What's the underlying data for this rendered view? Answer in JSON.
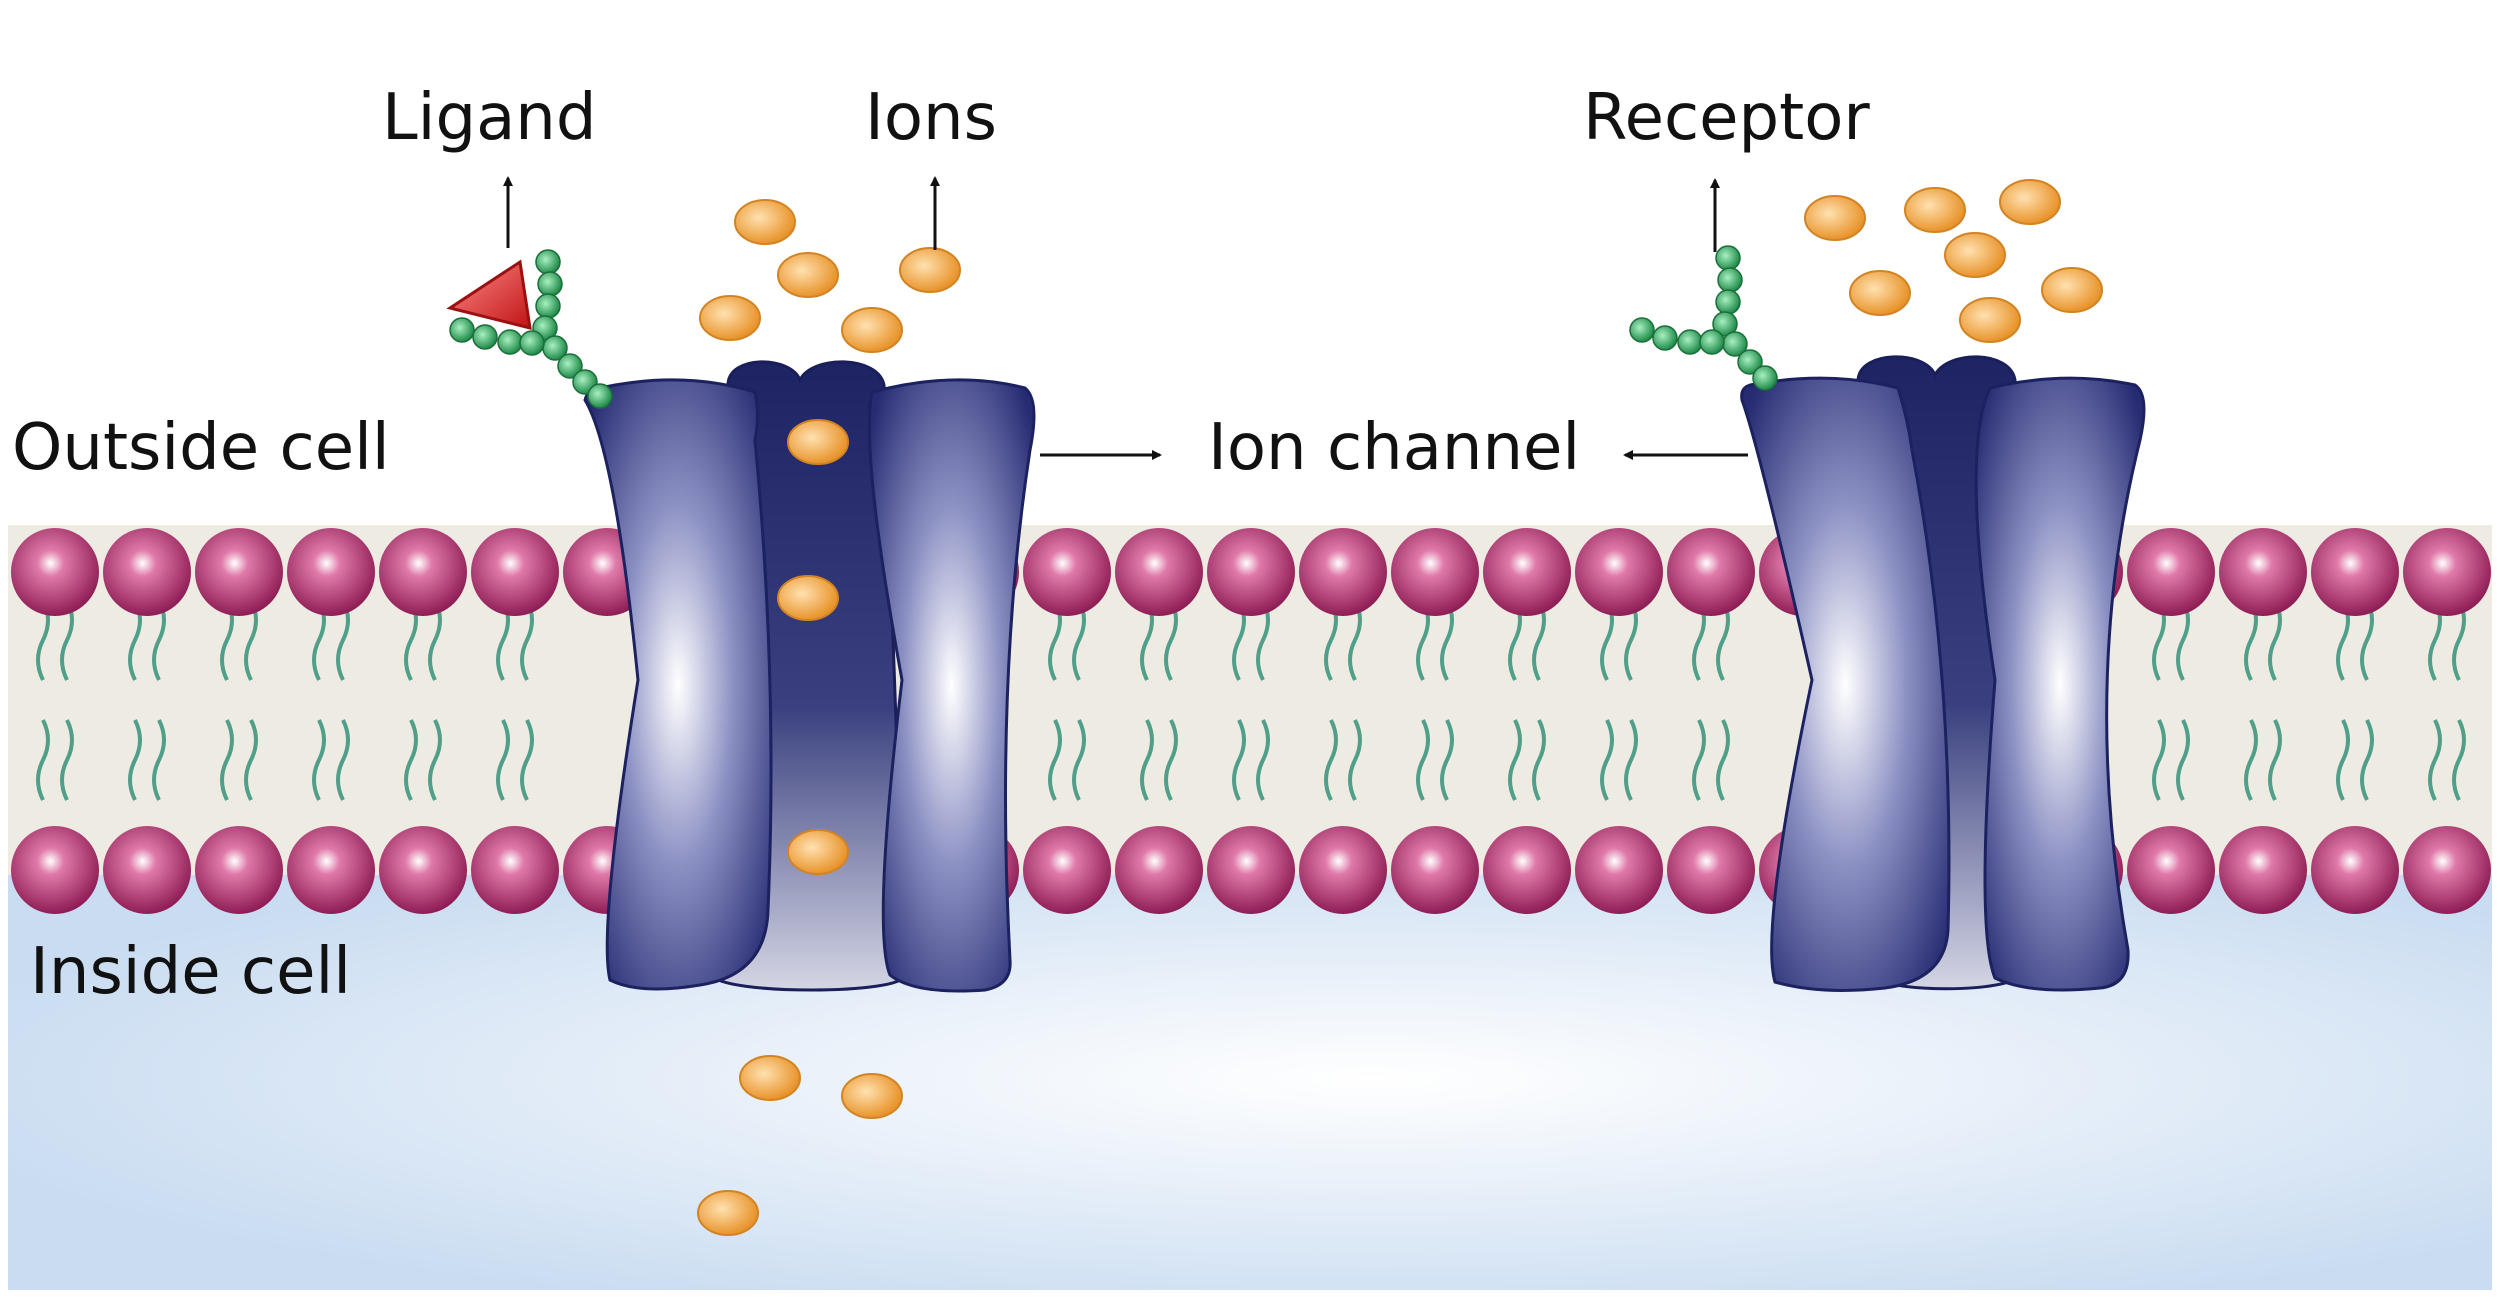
{
  "labels": {
    "ligand": "Ligand",
    "ions": "Ions",
    "receptor": "Receptor",
    "outside_cell": "Outside cell",
    "ion_channel": "Ion channel",
    "inside_cell": "Inside cell"
  },
  "colors": {
    "extracellular": "#ffffff",
    "membrane_core": "#eeebe3",
    "lipid_head": "#b0306e",
    "lipid_tail": "#4f9f8a",
    "cytoplasm": "#cfe0f3",
    "channel_dark": "#1f2466",
    "channel_light": "#f2f3fb",
    "ion": "#f0a63f",
    "receptor_bead": "#2f9e5a",
    "ligand": "#e02b2b",
    "arrow": "#111111"
  },
  "channels": [
    {
      "name": "open-channel",
      "state": "open"
    },
    {
      "name": "closed-channel",
      "state": "closed"
    }
  ]
}
